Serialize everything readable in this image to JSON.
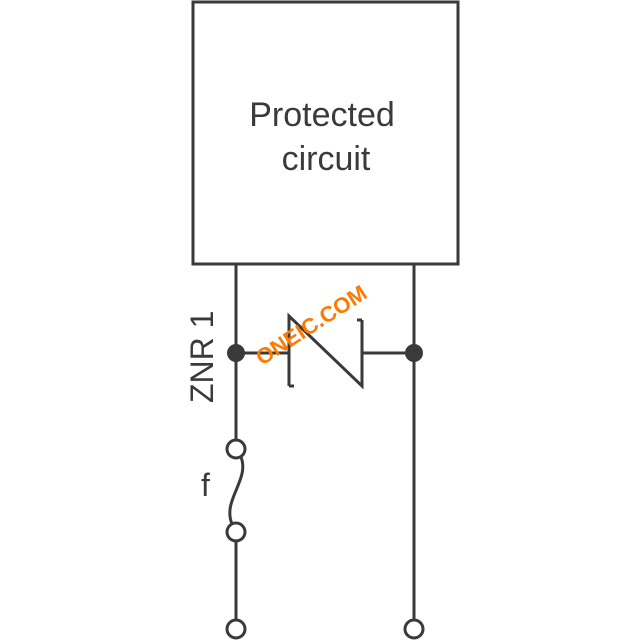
{
  "box": {
    "line1": "Protected",
    "line2": "circuit"
  },
  "labels": {
    "varistor": "ZNR 1",
    "fuse": "f"
  },
  "watermark": {
    "text": "ONEIC.COM",
    "color": "#ff7a00"
  },
  "colors": {
    "stroke": "#3a3a3a",
    "background": "#ffffff"
  }
}
